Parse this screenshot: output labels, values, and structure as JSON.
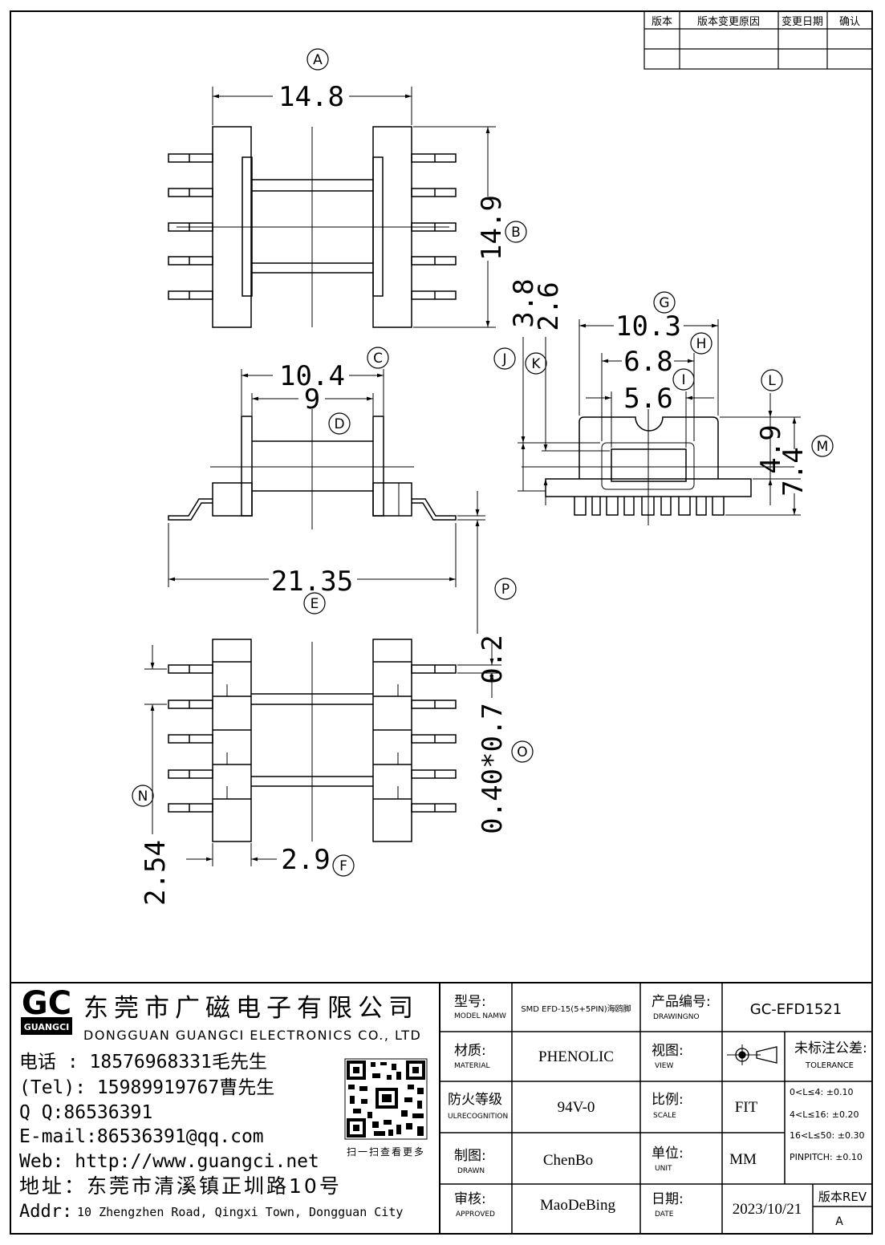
{
  "revision_table": {
    "headers": [
      "版本",
      "版本变更原因",
      "变更日期",
      "确认"
    ]
  },
  "dimensions": {
    "d_14_8": "14.8",
    "d_14_9": "14.9",
    "d_10_4": "10.4",
    "d_9": "9",
    "d_21_35": "21.35",
    "d_10_3": "10.3",
    "d_6_8": "6.8",
    "d_5_6": "5.6",
    "d_3_8": "3.8",
    "d_2_6": "2.6",
    "d_4_9": "4.9",
    "d_7_4": "7.4",
    "d_0_2": "0.2",
    "d_0_40x0_7": "0.40*0.7",
    "d_2_54": "2.54",
    "d_2_9": "2.9"
  },
  "markers": {
    "A": "A",
    "B": "B",
    "C": "C",
    "D": "D",
    "E": "E",
    "F": "F",
    "G": "G",
    "H": "H",
    "I": "I",
    "J": "J",
    "K": "K",
    "L": "L",
    "M": "M",
    "N": "N",
    "O": "O",
    "P": "P"
  },
  "company": {
    "logo_letters": "GC",
    "logo_brand": "GUANGCI",
    "name_cn": "东莞市广磁电子有限公司",
    "name_en": "DONGGUAN GUANGCI ELECTRONICS CO., LTD",
    "phone_line1": "电话 : 18576968331毛先生",
    "phone_line2": "(Tel): 15989919767曹先生",
    "qq": "Q Q:86536391",
    "email": "E-mail:86536391@qq.com",
    "web": "Web: http://www.guangci.net",
    "address_cn": "地址：东莞市清溪镇正圳路10号",
    "address_en_label": "Addr:",
    "address_en": "10 Zhengzhen Road, Qingxi Town, Dongguan City",
    "qr_caption": "扫一扫查看更多"
  },
  "title_block": {
    "model_label": "型号:",
    "model_sub": "MODEL NAMW",
    "model_value": "SMD EFD-15(5+5PIN)海鸥脚",
    "product_label": "产品编号:",
    "product_sub": "DRAWINGNO",
    "product_value": "GC-EFD1521",
    "material_label": "材质:",
    "material_sub": "MATERIAL",
    "material_value": "PHENOLIC",
    "view_label": "视图:",
    "view_sub": "VIEW",
    "tolerance_label": "未标注公差:",
    "tolerance_sub": "TOLERANCE",
    "fire_label": "防火等级",
    "fire_sub": "ULRECOGNITION",
    "fire_value": "94V-0",
    "scale_label": "比例:",
    "scale_sub": "SCALE",
    "scale_value": "FIT",
    "drawn_label": "制图:",
    "drawn_sub": "DRAWN",
    "drawn_value": "ChenBo",
    "unit_label": "单位:",
    "unit_sub": "UNIT",
    "unit_value": "MM",
    "approved_label": "审核:",
    "approved_sub": "APPROVED",
    "approved_value": "MaoDeBing",
    "date_label": "日期:",
    "date_sub": "DATE",
    "date_value": "2023/10/21",
    "rev_label": "版本REV",
    "rev_value": "A",
    "tolerances": [
      "0<L≤4: ±0.10",
      "4<L≤16: ±0.20",
      "16<L≤50: ±0.30",
      "PINPITCH: ±0.10"
    ]
  }
}
